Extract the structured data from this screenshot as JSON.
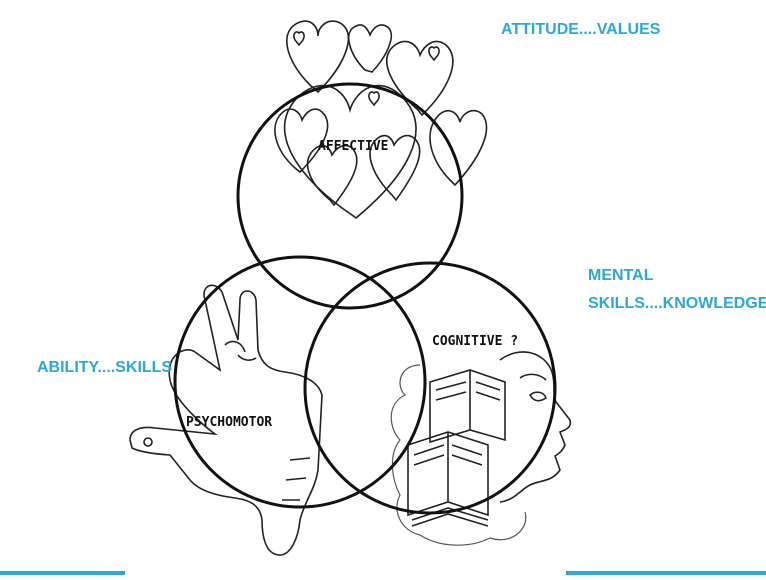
{
  "captions": {
    "attitude": "ATTITUDE....VALUES",
    "mental_line1": "MENTAL",
    "mental_line2": "SKILLS....KNOWLEDGE",
    "ability": "ABILITY....SKILLS"
  },
  "domains": {
    "affective": "AFFECTIVE",
    "cognitive": "COGNITIVE ?",
    "psychomotor": "PSYCHOMOTOR"
  },
  "icons": [
    "heart-icon",
    "hand-icon",
    "head-profile-icon",
    "book-icon"
  ],
  "colors": {
    "caption": "#29a8d9",
    "line": "#111111",
    "background": "#ffffff"
  }
}
